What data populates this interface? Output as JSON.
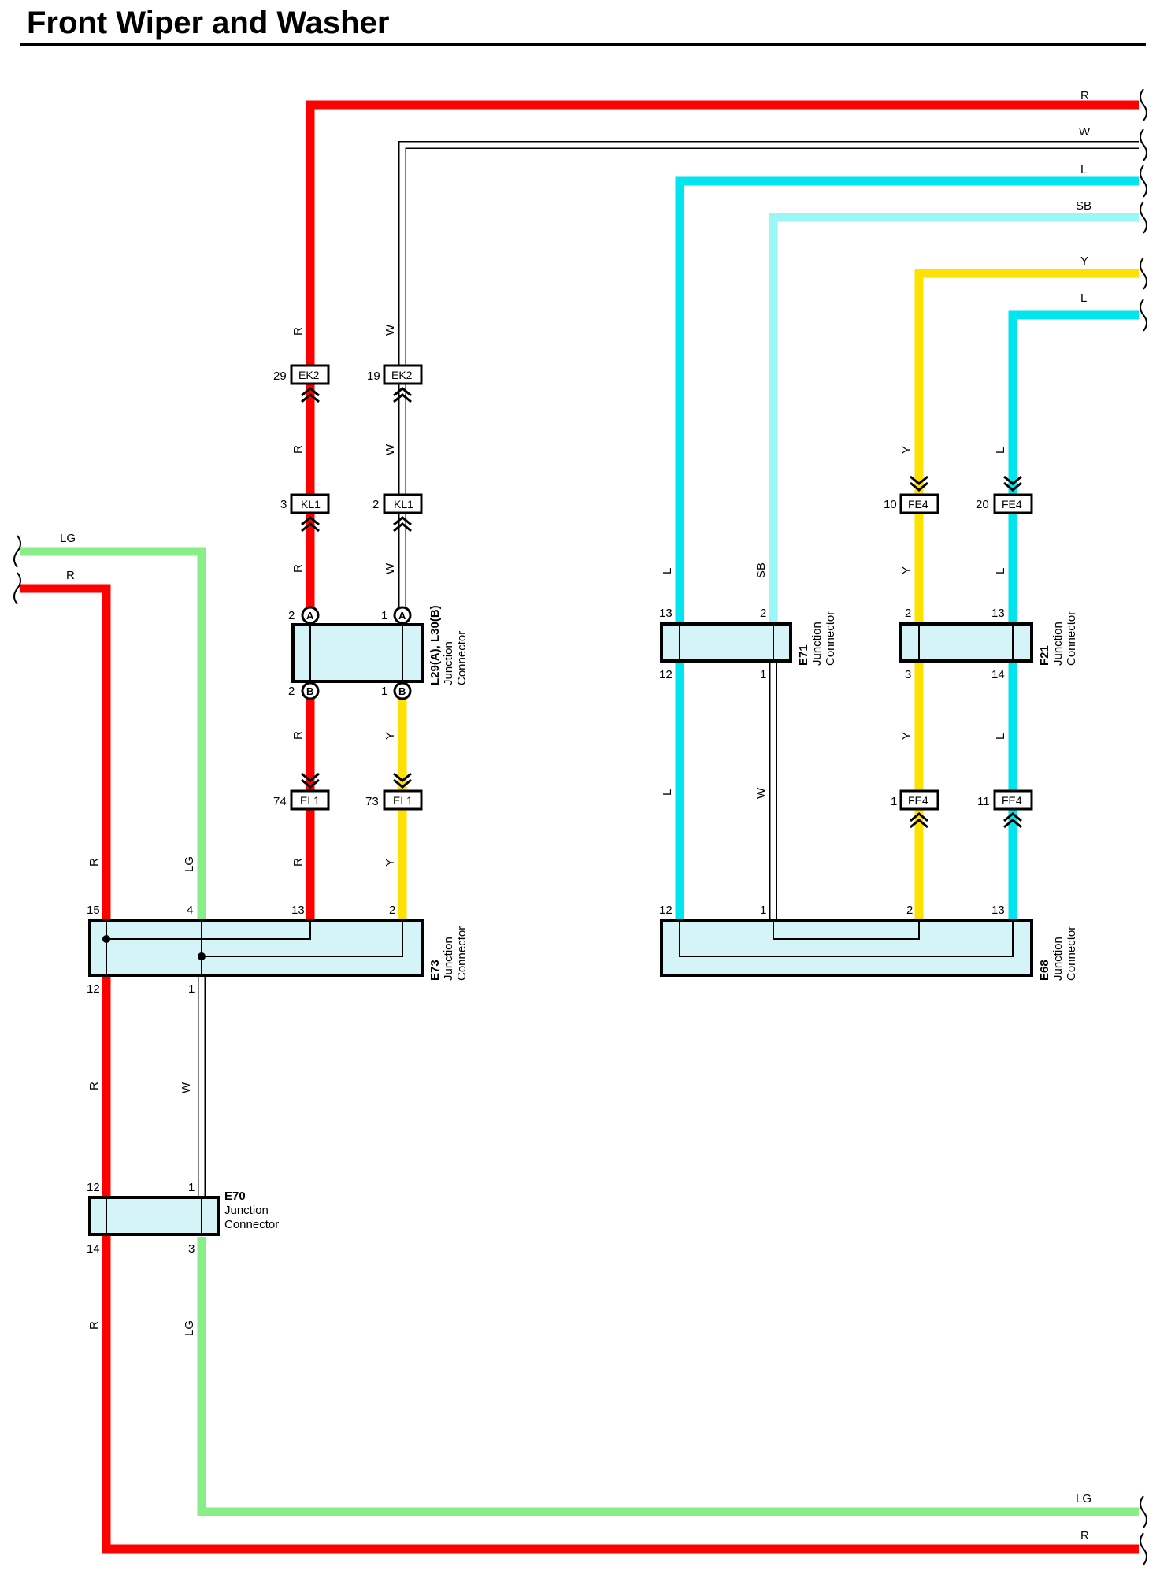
{
  "title": "Front Wiper and Washer",
  "colors": {
    "R": "#ff0000",
    "W": "#ffffff",
    "L": "#00e5ee",
    "SB": "#99f7f7",
    "Y": "#ffe100",
    "LG": "#88ee88",
    "connector_fill": "#d4f4f8"
  },
  "wire_labels": {
    "right_R": "R",
    "right_W": "W",
    "right_L1": "L",
    "right_SB": "SB",
    "right_Y": "Y",
    "right_L2": "L",
    "left_LG": "LG",
    "left_R": "R",
    "bottom_LG": "LG",
    "bottom_R": "R"
  },
  "inline_labels": [
    "R",
    "W",
    "R",
    "W",
    "R",
    "W",
    "R",
    "Y",
    "R",
    "LG",
    "R",
    "Y",
    "R",
    "W",
    "R",
    "LG",
    "L",
    "SB",
    "L",
    "W",
    "Y",
    "L",
    "Y",
    "L",
    "Y",
    "L"
  ],
  "plugs": [
    {
      "pin": "29",
      "name": "EK2"
    },
    {
      "pin": "19",
      "name": "EK2"
    },
    {
      "pin": "3",
      "name": "KL1"
    },
    {
      "pin": "2",
      "name": "KL1"
    },
    {
      "pin": "74",
      "name": "EL1"
    },
    {
      "pin": "73",
      "name": "EL1"
    },
    {
      "pin": "10",
      "name": "FE4"
    },
    {
      "pin": "20",
      "name": "FE4"
    },
    {
      "pin": "1",
      "name": "FE4"
    },
    {
      "pin": "11",
      "name": "FE4"
    }
  ],
  "connectors": {
    "l29": {
      "name": "L29(A), L30(B)",
      "sub1": "Junction",
      "sub2": "Connector",
      "top_circle_1": "A",
      "top_circle_2": "A",
      "bottom_circle_1": "B",
      "bottom_circle_2": "B",
      "pins": [
        "2",
        "1",
        "2",
        "1"
      ]
    },
    "e73": {
      "name": "E73",
      "sub1": "Junction",
      "sub2": "Connector",
      "pins": [
        "15",
        "4",
        "13",
        "2",
        "12",
        "1"
      ]
    },
    "e70": {
      "name": "E70",
      "sub1": "Junction",
      "sub2": "Connector",
      "pins": [
        "12",
        "1",
        "14",
        "3"
      ]
    },
    "e71": {
      "name": "E71",
      "sub1": "Junction",
      "sub2": "Connector",
      "pins": [
        "13",
        "2",
        "12",
        "1"
      ]
    },
    "f21": {
      "name": "F21",
      "sub1": "Junction",
      "sub2": "Connector",
      "pins": [
        "2",
        "13",
        "3",
        "14"
      ]
    },
    "e68": {
      "name": "E68",
      "sub1": "Junction",
      "sub2": "Connector",
      "pins": [
        "12",
        "1",
        "2",
        "13"
      ]
    }
  }
}
